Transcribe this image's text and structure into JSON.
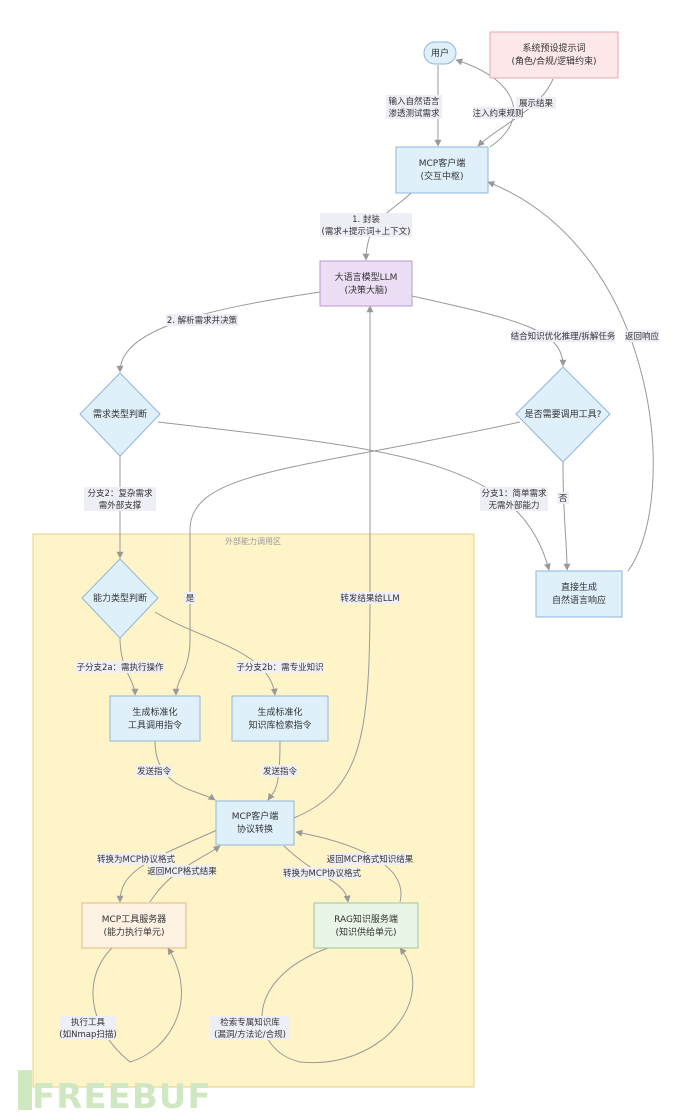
{
  "cluster": {
    "label": "外部能力调用区"
  },
  "nodes": {
    "user": "用户",
    "system_prompt": [
      "系统预设提示词",
      "(角色/合规/逻辑约束)"
    ],
    "mcp_client_top": [
      "MCP客户端",
      "(交互中枢)"
    ],
    "llm": [
      "大语言模型LLM",
      "(决策大脑)"
    ],
    "demand_type": "需求类型判断",
    "need_tool": "是否需要调用工具?",
    "direct_gen": [
      "直接生成",
      "自然语言响应"
    ],
    "ability_type": "能力类型判断",
    "gen_tool_cmd": [
      "生成标准化",
      "工具调用指令"
    ],
    "gen_kb_cmd": [
      "生成标准化",
      "知识库检索指令"
    ],
    "mcp_client_inner": [
      "MCP客户端",
      "协议转换"
    ],
    "mcp_tool_server": [
      "MCP工具服务器",
      "(能力执行单元)"
    ],
    "rag_server": [
      "RAG知识服务端",
      "(知识供给单元)"
    ]
  },
  "edges": {
    "input_nl": [
      "输入自然语言",
      "渗透测试需求"
    ],
    "show_result": "展示结果",
    "inject_rules": "注入约束规则",
    "encapsulate": [
      "1. 封装",
      "(需求+提示词+上下文)"
    ],
    "parse_decide": "2. 解析需求并决策",
    "knowledge_reason": "结合知识优化推理/拆解任务",
    "return_response": "返回响应",
    "branch1": [
      "分支1：简单需求",
      "无需外部能力"
    ],
    "branch2": [
      "分支2：复杂需求",
      "需外部支撑"
    ],
    "yes": "是",
    "no": "否",
    "forward_llm": "转发结果给LLM",
    "sub2a": "子分支2a：需执行操作",
    "sub2b": "子分支2b：需专业知识",
    "send_cmd_1": "发送指令",
    "send_cmd_2": "发送指令",
    "to_mcp_1": "转换为MCP协议格式",
    "ret_mcp_result": "返回MCP格式结果",
    "ret_mcp_knowledge": "返回MCP格式知识结果",
    "to_mcp_2": "转换为MCP协议格式",
    "exec_tool": [
      "执行工具",
      "(如Nmap扫描)"
    ],
    "retrieve_kb": [
      "检索专属知识库",
      "(漏洞/方法论/合规)"
    ]
  },
  "watermark": "FREEBUF",
  "colors": {
    "blue_fill": "#dff0fb",
    "blue_stroke": "#8fb6d9",
    "pink_fill": "#fde7e9",
    "pink_stroke": "#e8a7b0",
    "purple_fill": "#ecdff5",
    "purple_stroke": "#b59ad0",
    "orange_fill": "#fdf2e2",
    "orange_stroke": "#e2b983",
    "green_fill": "#e9f5e6",
    "green_stroke": "#9cc893",
    "cluster_fill": "#fff4c8",
    "cluster_stroke": "#e6d08a",
    "edge": "#999999"
  }
}
